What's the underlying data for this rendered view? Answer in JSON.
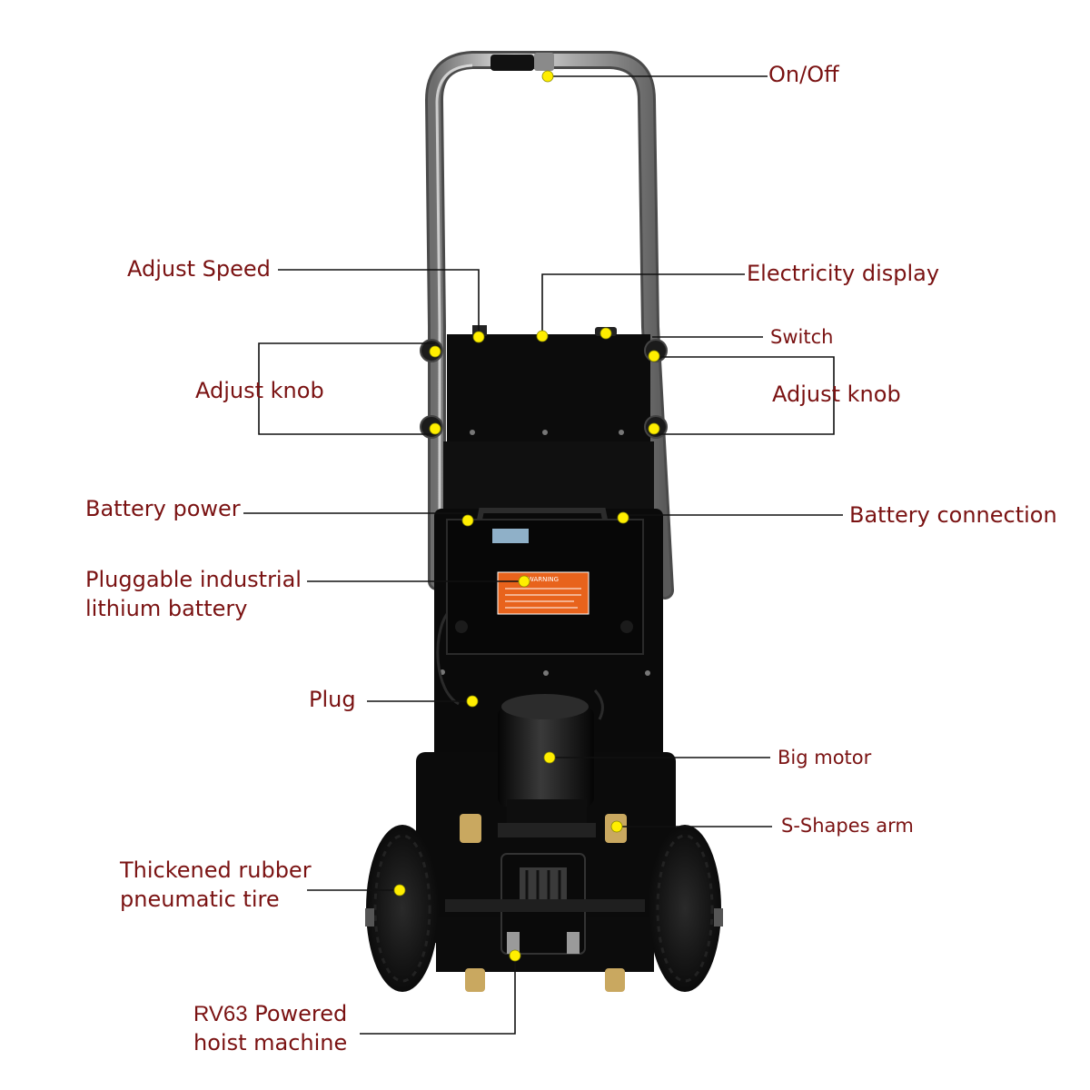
{
  "labels": {
    "on_off": "On/Off",
    "adjust_speed": "Adjust Speed",
    "electricity_display": "Electricity display",
    "switch": "Switch",
    "adjust_knob_left": "Adjust knob",
    "adjust_knob_right": "Adjust knob",
    "battery_power": "Battery power",
    "battery_connection": "Battery connection",
    "pluggable_battery_line1": "Pluggable industrial",
    "pluggable_battery_line2": "lithium battery",
    "plug": "Plug",
    "big_motor": "Big motor",
    "s_shapes_arm": "S-Shapes arm",
    "tire_line1": "Thickened rubber",
    "tire_line2": "pneumatic tire",
    "hoist_model": "RV63",
    "hoist_line1_rest": " Powered",
    "hoist_line2": "hoist machine",
    "warning_sticker": "WARNING"
  },
  "colors": {
    "label_text": "#7a1212",
    "leader_line": "#111111",
    "marker_dot": "#ffee00",
    "body": "#0d0d0d",
    "handle_steel": "#b8b8b8",
    "sticker_orange": "#e8631c",
    "cable_orange": "#ef4a12"
  }
}
